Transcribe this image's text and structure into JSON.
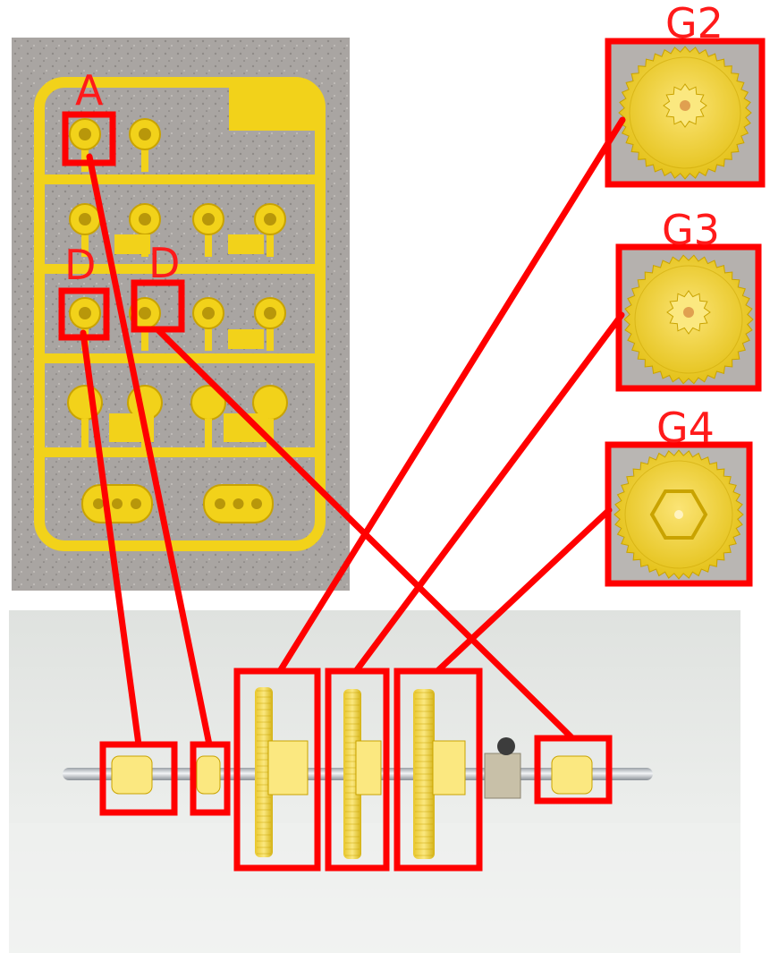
{
  "labels": {
    "a": "A",
    "d_left": "D",
    "d_right": "D",
    "g2": "G2",
    "g3": "G3",
    "g4": "G4"
  },
  "colors": {
    "annotation": "#ff0000",
    "plastic": "#f2d21a",
    "plastic_dark": "#c9a300",
    "plastic_light": "#fbe880",
    "sprue_bg": "#a9a5a2",
    "shaft_bg": "#e2e4e1"
  }
}
